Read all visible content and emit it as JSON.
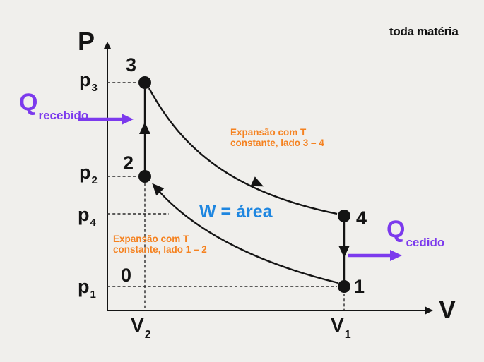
{
  "logo": "toda matéria",
  "colors": {
    "background": "#f0efec",
    "ink": "#141414",
    "purple_heat": "#7c3aed",
    "orange_note": "#f58220",
    "blue_work": "#1e86e0"
  },
  "axes": {
    "y_label": "P",
    "x_label": "V",
    "origin_label": "0"
  },
  "pressure_ticks": [
    {
      "main": "p",
      "sub": "3"
    },
    {
      "main": "p",
      "sub": "2"
    },
    {
      "main": "p",
      "sub": "4"
    },
    {
      "main": "p",
      "sub": "1"
    }
  ],
  "volume_ticks": [
    {
      "main": "V",
      "sub": "2"
    },
    {
      "main": "V",
      "sub": "1"
    }
  ],
  "state_points": [
    {
      "label": "3"
    },
    {
      "label": "2"
    },
    {
      "label": "4"
    },
    {
      "label": "1"
    }
  ],
  "annotations": {
    "heat_received": {
      "symbol": "Q",
      "sub": "recebido"
    },
    "heat_released": {
      "symbol": "Q",
      "sub": "cedido"
    },
    "work": "W = área",
    "isotherm_34": {
      "line1": "Expansão com T",
      "line2": "constante, lado 3 – 4"
    },
    "isotherm_12": {
      "line1": "Expansão com T",
      "line2": "constante, lado 1 – 2"
    }
  }
}
